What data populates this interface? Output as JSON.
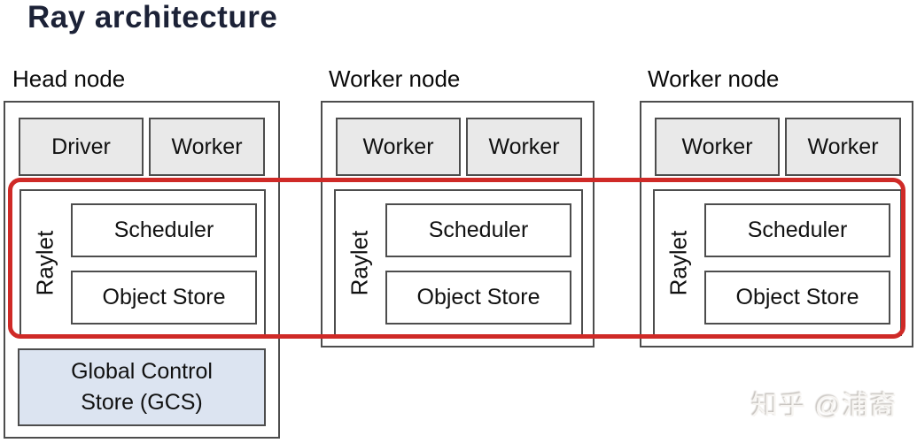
{
  "title": "Ray architecture",
  "watermark": {
    "text": "知乎 @浦裔"
  },
  "colors": {
    "title_text": "#1c2237",
    "box_border": "#4d4d4d",
    "process_fill": "#e9e9e9",
    "gcs_fill": "#dce4f1",
    "highlight_red": "#cf2a27"
  },
  "nodes": [
    {
      "label": "Head node",
      "processes": [
        "Driver",
        "Worker"
      ],
      "raylet_label": "Raylet",
      "raylet_children": [
        "Scheduler",
        "Object Store"
      ],
      "gcs_label": "Global Control Store (GCS)"
    },
    {
      "label": "Worker node",
      "processes": [
        "Worker",
        "Worker"
      ],
      "raylet_label": "Raylet",
      "raylet_children": [
        "Scheduler",
        "Object Store"
      ]
    },
    {
      "label": "Worker node",
      "processes": [
        "Worker",
        "Worker"
      ],
      "raylet_label": "Raylet",
      "raylet_children": [
        "Scheduler",
        "Object Store"
      ]
    }
  ]
}
